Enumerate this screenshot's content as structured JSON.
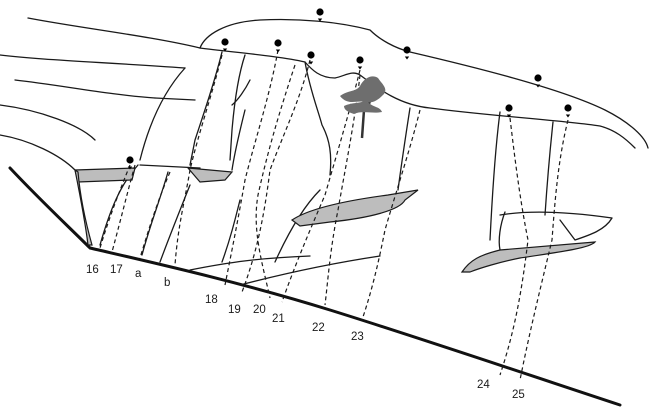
{
  "route_labels": {
    "r16": "16",
    "r17": "17",
    "ra": "a",
    "rb": "b",
    "r18": "18",
    "r19": "19",
    "r20": "20",
    "r21": "21",
    "r22": "22",
    "r23": "23",
    "r24": "24",
    "r25": "25"
  },
  "colors": {
    "line": "#1a1a1a",
    "ledge_fill": "#bdbdbd",
    "background": "#ffffff"
  },
  "icons": [
    "anchor-icon",
    "tree-icon"
  ]
}
